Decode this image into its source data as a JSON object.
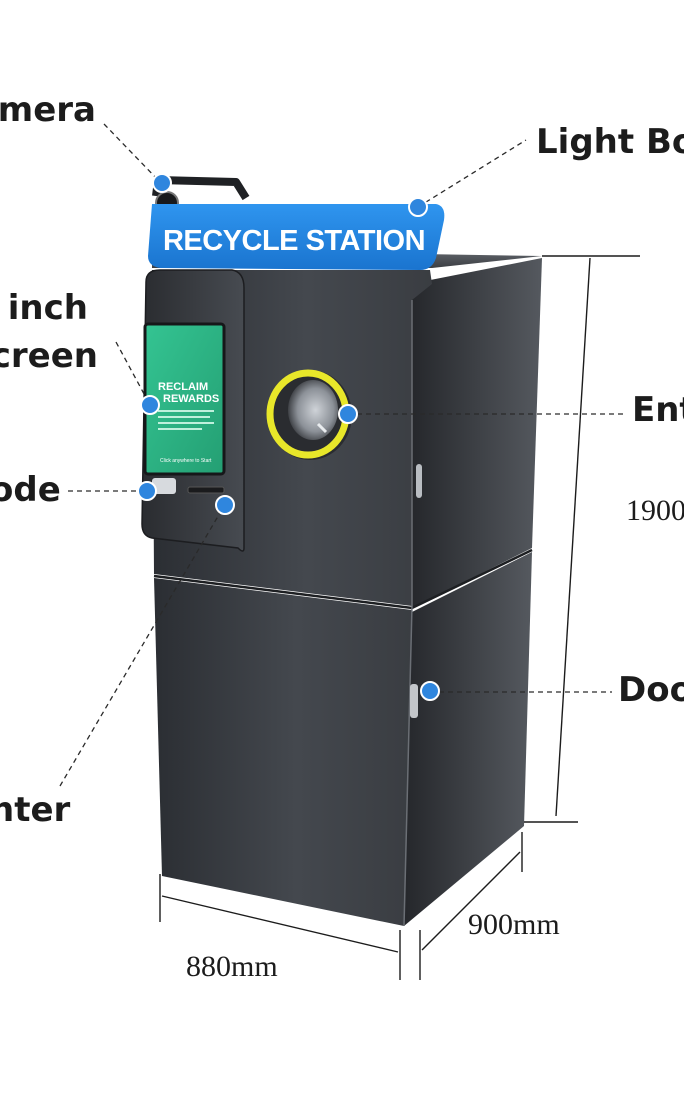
{
  "brand_banner": "RECYCLE STATION",
  "screen": {
    "logo_line1": "RECLAIM",
    "logo_line2": "REWARDS",
    "cta": "Click anywhere to Start"
  },
  "callouts": {
    "camera": "mera",
    "light_box": "Light Bo",
    "touchscreen_line1": "inch",
    "touchscreen_line2": "creen",
    "barcode": "ode",
    "entrance": "Ent",
    "door": "Doo",
    "printer": "nter"
  },
  "dimensions": {
    "height": "1900",
    "width": "880mm",
    "depth": "900mm"
  },
  "colors": {
    "banner": "#1e88e5",
    "marker": "#2f86de",
    "body": "#3a3d42",
    "screen": "#2fb98a",
    "ring": "#e8e72a"
  }
}
